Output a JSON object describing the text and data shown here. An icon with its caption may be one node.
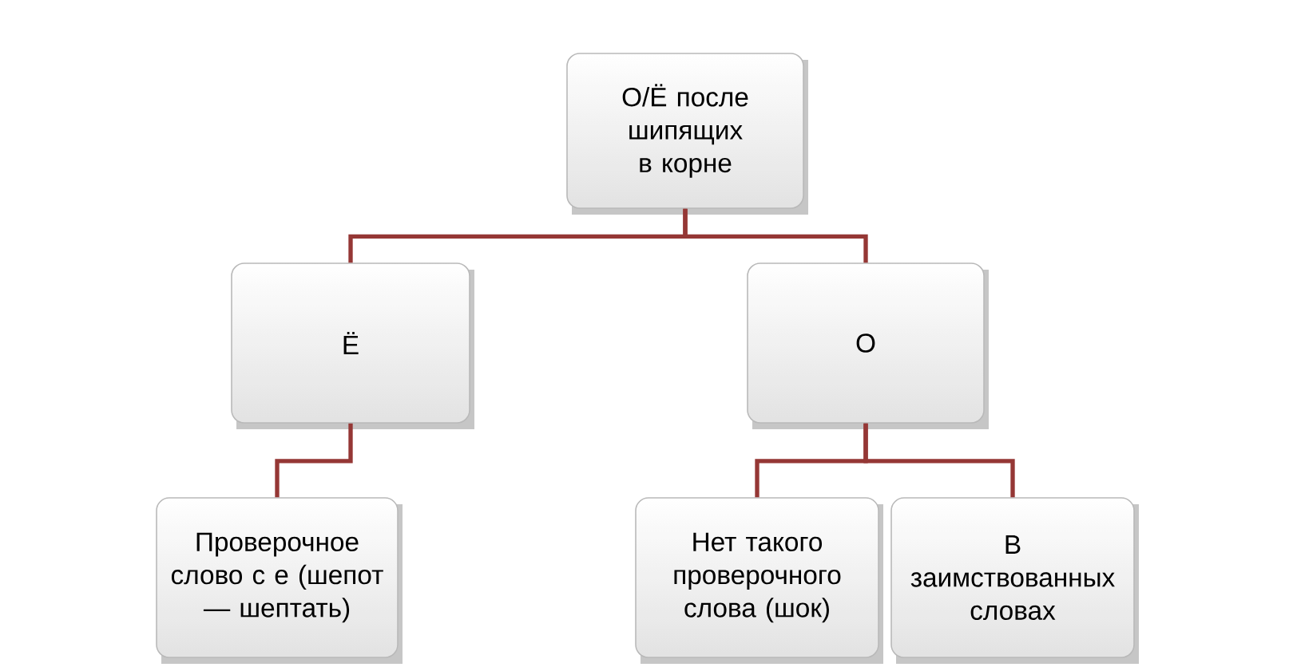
{
  "diagram": {
    "nodes": [
      {
        "text": [
          "О/Ё после шипящих в корне"
        ]
      },
      {
        "text": [
          "Ё"
        ]
      },
      {
        "text": [
          "О"
        ]
      },
      {
        "text": [
          "Проверочное слово с е (шепот — шептать)"
        ]
      },
      {
        "text": [
          "Нет такого проверочного слова (шок)"
        ]
      },
      {
        "text": [
          "В заимствованных словах"
        ]
      }
    ],
    "edges": [
      {
        "from": 0,
        "to": 1,
        "arrow": "none"
      },
      {
        "from": 0,
        "to": 2,
        "arrow": "none"
      },
      {
        "from": 1,
        "to": 3,
        "arrow": "none"
      },
      {
        "from": 2,
        "to": 4,
        "arrow": "none"
      },
      {
        "from": 2,
        "to": 5,
        "arrow": "none"
      }
    ]
  }
}
